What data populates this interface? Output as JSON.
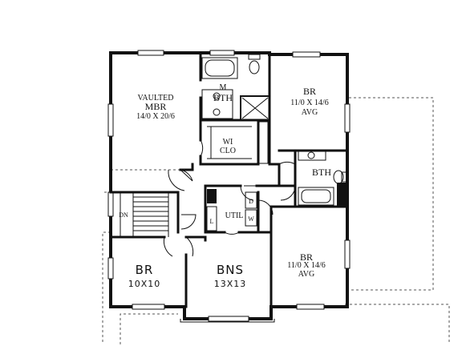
{
  "rooms": {
    "mbr": {
      "line1": "VAULTED",
      "line2": "MBR",
      "line3": "14/0 X 20/6"
    },
    "mbath": {
      "line1": "M",
      "line2": "BTH"
    },
    "wic": {
      "line1": "WI",
      "line2": "CLO"
    },
    "br_ne": {
      "line1": "BR",
      "line2": "11/0 X 14/6",
      "line3": "AVG"
    },
    "bath": {
      "line1": "BTH"
    },
    "util": {
      "label": "UTIL",
      "d": "D",
      "w": "W",
      "l": "L"
    },
    "stair": {
      "label": "DN"
    },
    "br_se": {
      "line1": "BR",
      "line2": "11/0 X 14/6",
      "line3": "AVG"
    },
    "br_sw": {
      "line1": "BR",
      "line2": "10X10"
    },
    "bns": {
      "line1": "BNS",
      "line2": "13X13"
    }
  }
}
